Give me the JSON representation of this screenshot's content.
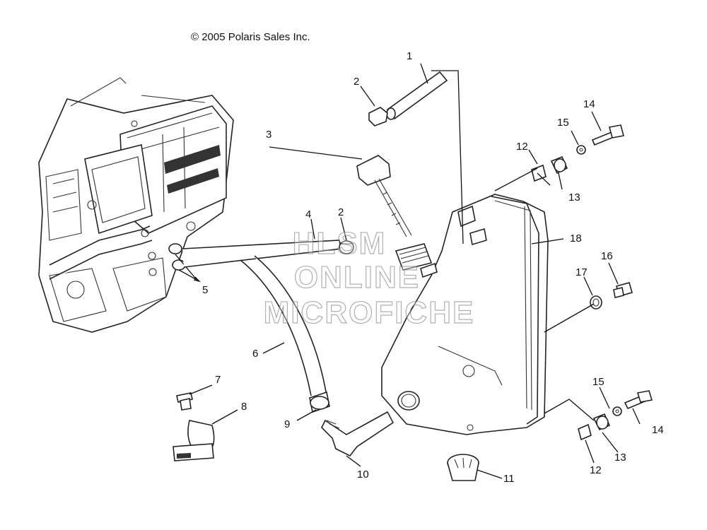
{
  "copyright": "© 2005 Polaris Sales Inc.",
  "watermark": {
    "line1": "HLSM",
    "line2": "ONLINE",
    "line3": "MICROFICHE"
  },
  "callouts": {
    "c1": "1",
    "c2a": "2",
    "c2b": "2",
    "c3": "3",
    "c4": "4",
    "c5": "5",
    "c6": "6",
    "c7": "7",
    "c8": "8",
    "c9": "9",
    "c10": "10",
    "c11": "11",
    "c12a": "12",
    "c12b": "12",
    "c13a": "13",
    "c13b": "13",
    "c14a": "14",
    "c14b": "14",
    "c15a": "15",
    "c15b": "15",
    "c16": "16",
    "c17": "17",
    "c18": "18"
  }
}
